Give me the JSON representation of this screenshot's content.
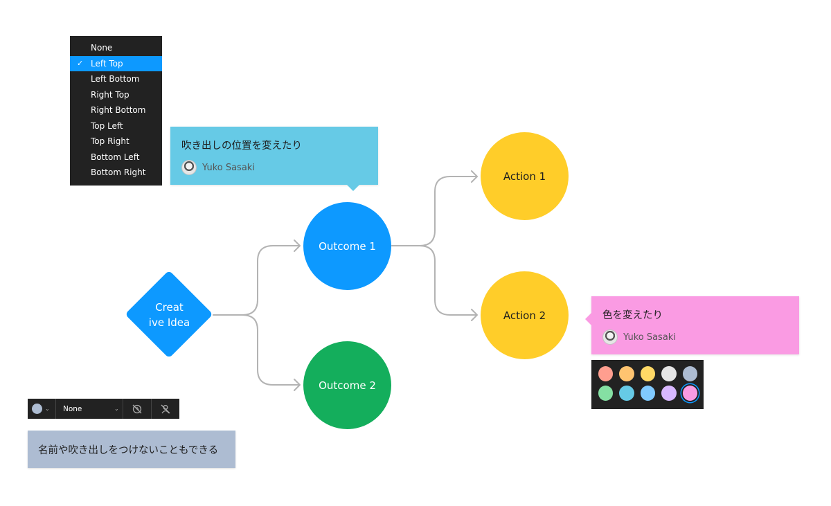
{
  "colors": {
    "menu_bg": "#222222",
    "accent": "#0d99ff",
    "connector": "#b3b3b3",
    "diamond": "#0d99ff",
    "outcome1": "#0d99ff",
    "outcome2": "#14ae5c",
    "action": "#ffcd29",
    "bubble_blue": "#66cae6",
    "bubble_pink": "#fa9be3",
    "note": "#adbcd2"
  },
  "position_menu": {
    "selected_index": 1,
    "check_icon": "check-icon",
    "items": [
      {
        "label": "None"
      },
      {
        "label": "Left Top"
      },
      {
        "label": "Left Bottom"
      },
      {
        "label": "Right Top"
      },
      {
        "label": "Right Bottom"
      },
      {
        "label": "Top Left"
      },
      {
        "label": "Top Right"
      },
      {
        "label": "Bottom Left"
      },
      {
        "label": "Bottom Right"
      }
    ]
  },
  "diagram": {
    "idea": {
      "line1": "Creat",
      "line2": "ive Idea"
    },
    "outcome1": "Outcome 1",
    "outcome2": "Outcome 2",
    "action1": "Action 1",
    "action2": "Action 2"
  },
  "comments": {
    "blue": {
      "text": "吹き出しの位置を変えたり",
      "author": "Yuko Sasaki"
    },
    "pink": {
      "text": "色を変えたり",
      "author": "Yuko Sasaki"
    }
  },
  "palette": {
    "selected": "#fa9be3",
    "rows": [
      [
        "#ff9e8f",
        "#ffc470",
        "#ffd966",
        "#e6e6e6",
        "#adbcd2"
      ],
      [
        "#85e0a3",
        "#66cae6",
        "#80caff",
        "#d9b8ff",
        "#fa9be3"
      ]
    ]
  },
  "toolbar": {
    "color_dot": "#adbcd2",
    "select_value": "None",
    "icons": [
      "chevron-down-icon",
      "hide-timestamp-icon",
      "hide-author-icon"
    ]
  },
  "note": {
    "text": "名前や吹き出しをつけないこともできる"
  }
}
